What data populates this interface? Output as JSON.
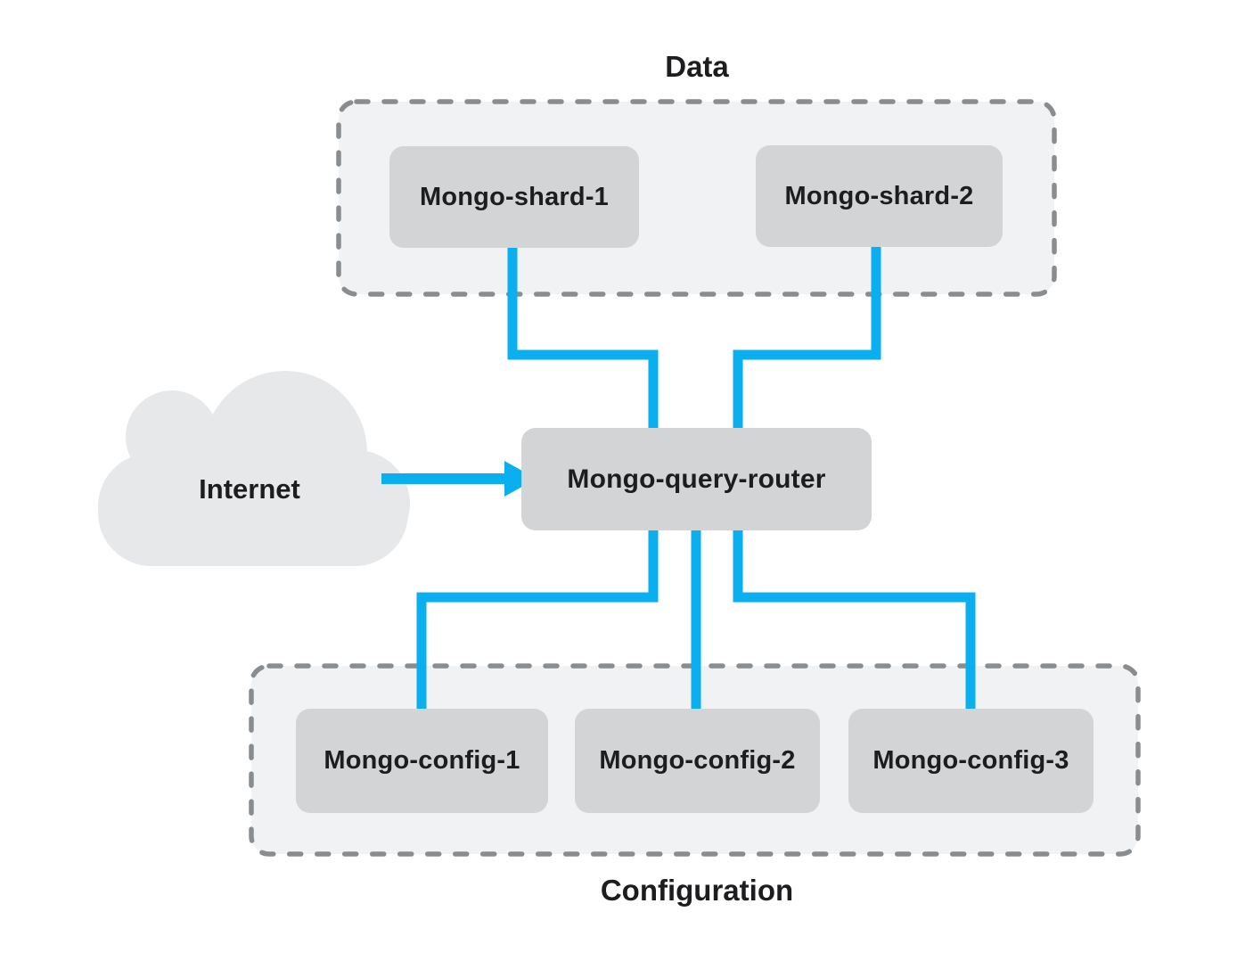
{
  "diagram": {
    "title_labels": {
      "data_group": "Data",
      "configuration_group": "Configuration"
    },
    "nodes": {
      "shard1": {
        "label": "Mongo-shard-1"
      },
      "shard2": {
        "label": "Mongo-shard-2"
      },
      "router": {
        "label": "Mongo-query-router"
      },
      "config1": {
        "label": "Mongo-config-1"
      },
      "config2": {
        "label": "Mongo-config-2"
      },
      "config3": {
        "label": "Mongo-config-3"
      },
      "internet": {
        "label": "Internet"
      }
    },
    "groups": {
      "data": {
        "label": "Data",
        "members": [
          "Mongo-shard-1",
          "Mongo-shard-2"
        ]
      },
      "configuration": {
        "label": "Configuration",
        "members": [
          "Mongo-config-1",
          "Mongo-config-2",
          "Mongo-config-3"
        ]
      }
    },
    "connections": [
      {
        "from": "Mongo-shard-1",
        "to": "Mongo-query-router",
        "type": "elbow-line"
      },
      {
        "from": "Mongo-shard-2",
        "to": "Mongo-query-router",
        "type": "elbow-line"
      },
      {
        "from": "Internet",
        "to": "Mongo-query-router",
        "type": "arrow"
      },
      {
        "from": "Mongo-query-router",
        "to": "Mongo-config-1",
        "type": "elbow-line"
      },
      {
        "from": "Mongo-query-router",
        "to": "Mongo-config-2",
        "type": "straight-line"
      },
      {
        "from": "Mongo-query-router",
        "to": "Mongo-config-3",
        "type": "elbow-line"
      }
    ],
    "colors": {
      "connector": "#0aaff0",
      "node_fill": "#d2d4d5",
      "group_fill": "#f1f2f3",
      "group_dash": "#8a8d90",
      "cloud_fill": "#e7e8ea",
      "text": "#1d1d1f",
      "background": "#ffffff"
    }
  }
}
